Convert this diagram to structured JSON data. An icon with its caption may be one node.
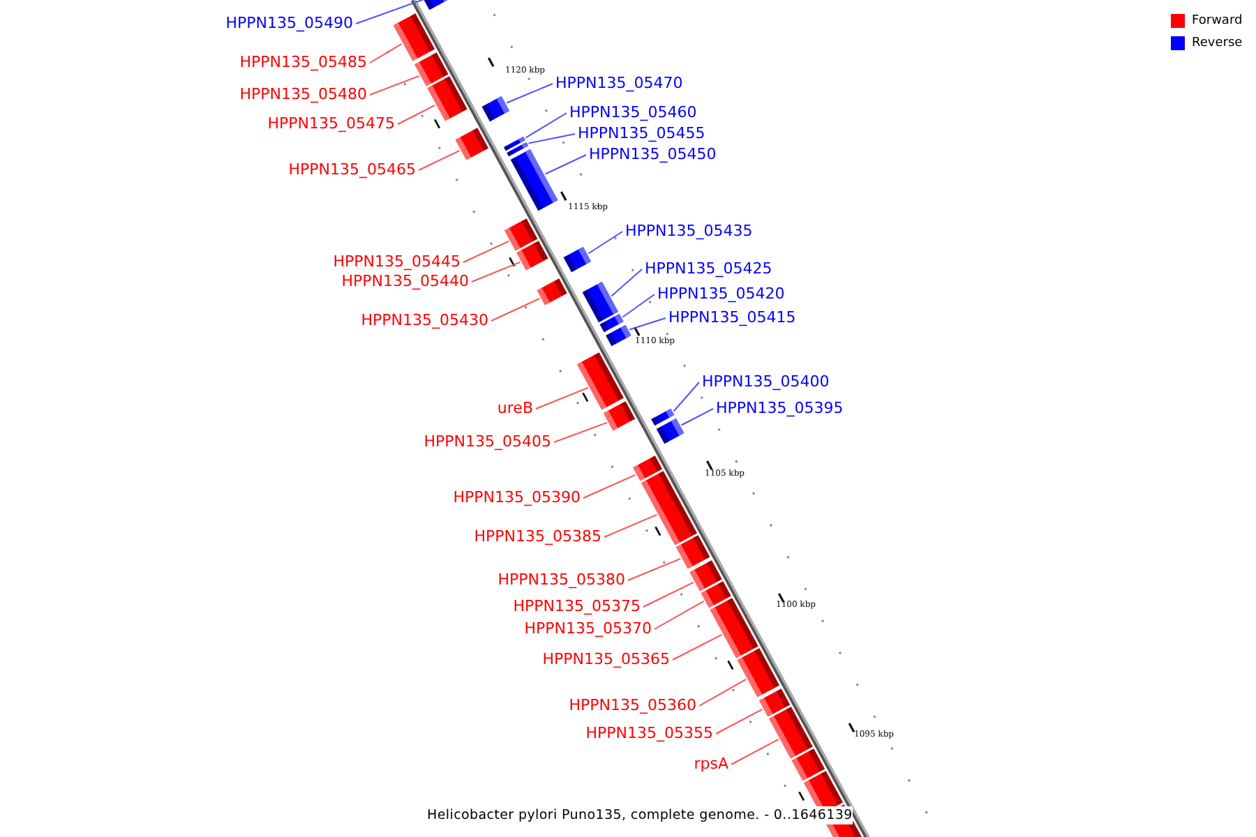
{
  "diagram": {
    "caption": "Helicobacter pylori Puno135, complete genome. - 0..1646139",
    "nodes": [
      {
        "text": [
          "HPPN135_05490"
        ]
      },
      {
        "text": [],
        "shape": "bar"
      },
      {
        "text": [
          "HPPN135_05485"
        ]
      },
      {
        "text": [],
        "shape": "bar"
      },
      {
        "text": [
          "HPPN135_05470"
        ]
      },
      {
        "text": [],
        "shape": "bar"
      },
      {
        "text": [
          "HPPN135_05480"
        ]
      },
      {
        "text": [],
        "shape": "bar"
      },
      {
        "text": [
          "HPPN135_05460"
        ]
      },
      {
        "text": [],
        "shape": "bar"
      },
      {
        "text": [
          "HPPN135_05475"
        ]
      },
      {
        "text": [],
        "shape": "bar"
      },
      {
        "text": [
          "HPPN135_05455"
        ]
      },
      {
        "text": [],
        "shape": "bar"
      },
      {
        "text": [
          "HPPN135_05450"
        ]
      },
      {
        "text": [],
        "shape": "bar"
      },
      {
        "text": [
          "HPPN135_05465"
        ]
      },
      {
        "text": [],
        "shape": "bar"
      },
      {
        "text": [
          "HPPN135_05435"
        ]
      },
      {
        "text": [],
        "shape": "bar"
      },
      {
        "text": [
          "HPPN135_05445"
        ]
      },
      {
        "text": [],
        "shape": "bar"
      },
      {
        "text": [
          "HPPN135_05425"
        ]
      },
      {
        "text": [],
        "shape": "bar"
      },
      {
        "text": [
          "HPPN135_05440"
        ]
      },
      {
        "text": [],
        "shape": "bar"
      },
      {
        "text": [
          "HPPN135_05420"
        ]
      },
      {
        "text": [],
        "shape": "bar"
      },
      {
        "text": [
          "HPPN135_05415"
        ]
      },
      {
        "text": [],
        "shape": "bar"
      },
      {
        "text": [
          "HPPN135_05430"
        ]
      },
      {
        "text": [],
        "shape": "bar"
      },
      {
        "text": [
          "HPPN135_05400"
        ]
      },
      {
        "text": [],
        "shape": "bar"
      },
      {
        "text": [
          "ureB"
        ]
      },
      {
        "text": [],
        "shape": "bar"
      },
      {
        "text": [
          "HPPN135_05395"
        ]
      },
      {
        "text": [],
        "shape": "bar"
      },
      {
        "text": [
          "HPPN135_05405"
        ]
      },
      {
        "text": [],
        "shape": "bar"
      },
      {
        "text": [
          "HPPN135_05390"
        ]
      },
      {
        "text": [],
        "shape": "bar"
      },
      {
        "text": [
          "HPPN135_05385"
        ]
      },
      {
        "text": [],
        "shape": "bar"
      },
      {
        "text": [
          "HPPN135_05380"
        ]
      },
      {
        "text": [],
        "shape": "bar"
      },
      {
        "text": [
          "HPPN135_05375"
        ]
      },
      {
        "text": [],
        "shape": "bar"
      },
      {
        "text": [
          "HPPN135_05370"
        ]
      },
      {
        "text": [],
        "shape": "bar"
      },
      {
        "text": [
          "HPPN135_05365"
        ]
      },
      {
        "text": [],
        "shape": "bar"
      },
      {
        "text": [
          "HPPN135_05360"
        ]
      },
      {
        "text": [],
        "shape": "bar"
      },
      {
        "text": [
          "HPPN135_05355"
        ]
      },
      {
        "text": [],
        "shape": "bar"
      },
      {
        "text": [
          "rpsA"
        ]
      },
      {
        "text": [],
        "shape": "bar"
      }
    ],
    "edges": [
      {
        "from": 0,
        "to": 1,
        "arrow": "none",
        "color": "#5050ff"
      },
      {
        "from": 2,
        "to": 3,
        "arrow": "none"
      },
      {
        "from": 4,
        "to": 5,
        "arrow": "none",
        "color": "#5050ff"
      },
      {
        "from": 6,
        "to": 7,
        "arrow": "none"
      },
      {
        "from": 8,
        "to": 9,
        "arrow": "none",
        "color": "#5050ff"
      },
      {
        "from": 10,
        "to": 11,
        "arrow": "none"
      },
      {
        "from": 12,
        "to": 13,
        "arrow": "none",
        "color": "#5050ff"
      },
      {
        "from": 14,
        "to": 15,
        "arrow": "none",
        "color": "#5050ff"
      },
      {
        "from": 16,
        "to": 17,
        "arrow": "none"
      },
      {
        "from": 18,
        "to": 19,
        "arrow": "none",
        "color": "#5050ff"
      },
      {
        "from": 20,
        "to": 21,
        "arrow": "none"
      },
      {
        "from": 22,
        "to": 23,
        "arrow": "none",
        "color": "#5050ff"
      },
      {
        "from": 24,
        "to": 25,
        "arrow": "none"
      },
      {
        "from": 26,
        "to": 27,
        "arrow": "none",
        "color": "#5050ff"
      },
      {
        "from": 28,
        "to": 29,
        "arrow": "none",
        "color": "#5050ff"
      },
      {
        "from": 30,
        "to": 31,
        "arrow": "none"
      },
      {
        "from": 32,
        "to": 33,
        "arrow": "none",
        "color": "#5050ff"
      },
      {
        "from": 34,
        "to": 35,
        "arrow": "none"
      },
      {
        "from": 36,
        "to": 37,
        "arrow": "none",
        "color": "#5050ff"
      },
      {
        "from": 38,
        "to": 39,
        "arrow": "none"
      },
      {
        "from": 40,
        "to": 41,
        "arrow": "none"
      },
      {
        "from": 42,
        "to": 43,
        "arrow": "none"
      },
      {
        "from": 44,
        "to": 45,
        "arrow": "none"
      },
      {
        "from": 46,
        "to": 47,
        "arrow": "none"
      },
      {
        "from": 48,
        "to": 49,
        "arrow": "none"
      },
      {
        "from": 50,
        "to": 51,
        "arrow": "none"
      },
      {
        "from": 52,
        "to": 53,
        "arrow": "none"
      },
      {
        "from": 54,
        "to": 55,
        "arrow": "none"
      },
      {
        "from": 56,
        "to": 57,
        "arrow": "none"
      }
    ],
    "labels": [
      "1120 kbp",
      "1115 kbp",
      "1110 kbp",
      "1105 kbp",
      "1100 kbp",
      "1095 kbp"
    ],
    "legend": [
      {
        "text": "Forward",
        "color": "#ff0000"
      },
      {
        "text": "Reverse",
        "color": "#0000ff"
      }
    ]
  }
}
